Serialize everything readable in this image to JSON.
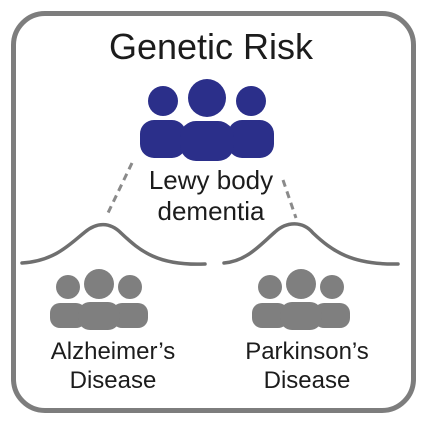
{
  "title": "Genetic Risk",
  "center": {
    "line1": "Lewy body",
    "line2": "dementia",
    "icon": "people-group-icon",
    "color": "#2b2f8a"
  },
  "left": {
    "line1": "Alzheimer’s",
    "line2": "Disease",
    "icon": "people-group-icon",
    "color": "#7f7f7f"
  },
  "right": {
    "line1": "Parkinson’s",
    "line2": "Disease",
    "icon": "people-group-icon",
    "color": "#7f7f7f"
  },
  "colors": {
    "border": "#7d7d7d",
    "text": "#1c1c1c",
    "curve": "#6f6f6f",
    "connector": "#8a8a8a"
  }
}
